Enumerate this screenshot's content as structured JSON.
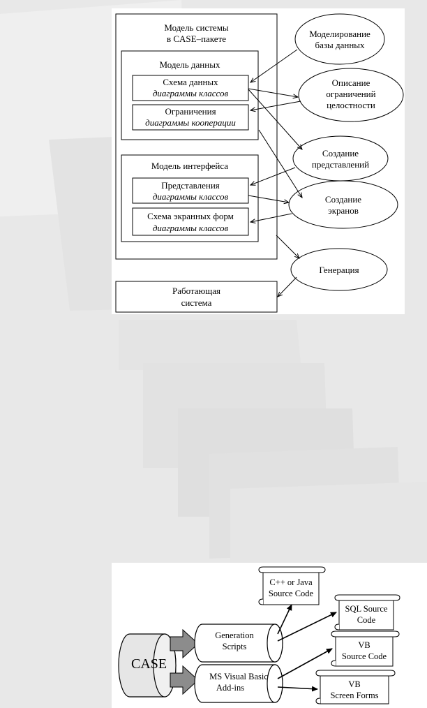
{
  "diagram_top": {
    "system_box": {
      "title_line1": "Модель системы",
      "title_line2": "в CASE–пакете"
    },
    "data_model": {
      "title": "Модель данных",
      "schema": {
        "name": "Схема данных",
        "sub": "диаграммы классов"
      },
      "constraints": {
        "name": "Ограничения",
        "sub": "диаграммы кооперации"
      }
    },
    "interface_model": {
      "title": "Модель интерфейса",
      "views": {
        "name": "Представления",
        "sub": "диаграммы классов"
      },
      "forms": {
        "name": "Схема экранных форм",
        "sub": "диаграммы классов"
      }
    },
    "working_system": {
      "line1": "Работающая",
      "line2": "система"
    },
    "processes": [
      {
        "line1": "Моделирование",
        "line2": "базы данных"
      },
      {
        "line1": "Описание",
        "line2": "ограничений",
        "line3": "целостности"
      },
      {
        "line1": "Создание",
        "line2": "представлений"
      },
      {
        "line1": "Создание",
        "line2": "экранов"
      },
      {
        "line1": "Генерация"
      }
    ]
  },
  "diagram_bottom": {
    "case_label": "CASE",
    "generation_scripts": {
      "line1": "Generation",
      "line2": "Scripts"
    },
    "vb_addins": {
      "line1": "MS Visual Basic",
      "line2": "Add-ins"
    },
    "outputs": [
      {
        "line1": "C++ or Java",
        "line2": "Source Code"
      },
      {
        "line1": "SQL Source",
        "line2": "Code"
      },
      {
        "line1": "VB",
        "line2": "Source Code"
      },
      {
        "line1": "VB",
        "line2": "Screen Forms"
      }
    ]
  },
  "colors": {
    "background": "#e9e9e9",
    "paper": "#ffffff",
    "line": "#000000",
    "cylinder_fill": "#e6e6e6",
    "block_arrow_fill": "#8c8c8c"
  }
}
